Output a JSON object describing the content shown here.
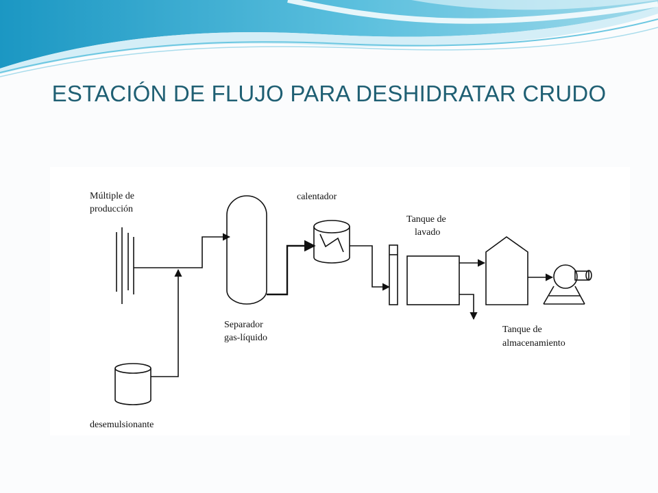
{
  "title": "ESTACIÓN DE FLUJO PARA DESHIDRATAR CRUDO",
  "diagram": {
    "labels": {
      "multiple_line1": "Múltiple de",
      "multiple_line2": "producción",
      "separador_line1": "Separador",
      "separador_line2": "gas-líquido",
      "calentador": "calentador",
      "lavado_line1": "Tanque de",
      "lavado_line2": "lavado",
      "almacen_line1": "Tanque de",
      "almacen_line2": "almacenamiento",
      "desemulsionante": "desemulsionante"
    }
  },
  "colors": {
    "title": "#1f5f73",
    "wave_dark": "#2aa3c9",
    "wave_light": "#bfe6f2",
    "line": "#111111"
  }
}
